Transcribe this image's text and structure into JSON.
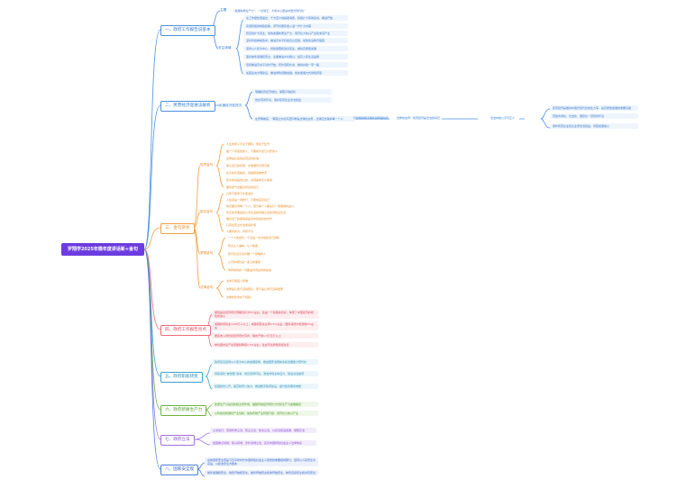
{
  "root": "罗翔学2025年微年度讲话新+金句",
  "s1": {
    "title": "一、政府工作报告说基本",
    "gaokao": "主题",
    "gaokao_leaf": "“发展新质生产力”，一谈到王，大家关心更是中国式现代化“",
    "group": "关注领域",
    "leaves": [
      "在工作报告里提出：千方百计地提振消费，积极扩大有效投资，推进开放",
      "实施积极的财政政策，调节好居民收入进一步扩大内需",
      "稳定和扩大就业，加快发展新质生产力，培育壮大新兴产业和未来产业",
      "深化科技体制改革，推进高水平科技自立自强，加快建设教育强国",
      "坚持以人民为中心，持续保障和改善民生，推动高质量发展",
      "更好统筹发展和安全，全面推进乡村振兴，提高人民生活品质",
      "坚持推进高水平对外开放，稳外贸稳外资，推动共建一带一路",
      "加强生态文明建设，推进绿色低碳发展，加快发展方式绿色转型"
    ]
  },
  "s2": {
    "title": "二、民营经济促进法解析",
    "node": "民营经济促进法",
    "leaves": [
      "明确民营经济地位，保障平等权利",
      "优化营商环境，保护民营企业合法权益"
    ],
    "chain_intro": "在罗翔看来：“罪恶之外的东西同样是法律的边界，法律应当保护每一个人”",
    "chain": [
      "行政规则所不能代替刑事处罚",
      "法律的边界：民营经济是法治的基石",
      "法治中的公平与正义"
    ],
    "right": [
      "民营经济是推动中国式现代化的生力军，是高质量发展的重要基础",
      "营造市场化、法治化、国际化一流营商环境",
      "保护民营企业和企业家合法权益，增强发展信心"
    ]
  },
  "s3": {
    "title": "三、金句赏析",
    "g1": "哲思金句",
    "g1_items": [
      "人生的意义不在于拥有，而在于给予",
      "做一个有底线的人，不要成为自己讨厌的人",
      "法律是社会的最低道德标准",
      "承认自己的有限，才能拥有无限可能",
      "在乎的东西越多，就越容易被伤害",
      "知识本身是中立的，关键是你怎么使用",
      "要有勇气去面对真实的自己"
    ],
    "g2": "励志金句",
    "g2_items": [
      "只有不断学习才能进步",
      "人生就是一场修行，不断地完善自己",
      "我们要善待每一个人，因为每个人都在打一场艰难的战斗",
      "真正的勇敢是在认清生活的真相之后依然热爱生活",
      "做好当下的事情就是对未来最好的交代",
      "只有经历过才会懂得珍惜",
      "人要有所为，有所不为"
    ],
    "g3": "罗翔金句",
    "g3_items": [
      "一个人的成长，不过是一次次地和自己讲和",
      "知识让人谦卑，让人敬畏",
      "我们永远无法叫醒一个装睡的人",
      "心灵的成长是一辈子的事情",
      "你所得到的一切都是时间给你的答案"
    ],
    "g4": "法律金句",
    "g4_items": [
      "法律不能强人所难",
      "法律是让我们活得更好，而不是让我们活得更累",
      "法律的生命在于经验"
    ]
  },
  "s4": {
    "title": "四、政府工作报告亮点",
    "leaves": [
      "报告提出经济增长预期目标为5%左右，这是一个积极的目标，体现了中国经济的韧性和信心",
      "城镇新增就业1200万人以上，城镇调查失业率5.5%左右，居民消费价格涨幅2%左右",
      "居民收入增长和经济增长同步，粮食产量1.3万亿斤以上",
      "单位国内生产总值能耗降低2.5%左右，生态环境质量持续改善"
    ]
  },
  "s5": {
    "title": "五、政府职能转变",
    "leaves": [
      "政府应当坚持以人民为中心的发展思想，推进国家治理体系和治理能力现代化",
      "持续深化“放管服”改革，优化营商环境，激发市场主体活力，建设法治政府",
      "加强政务公开，提高政府公信力，推进数字政府建设，提升政务服务效能"
    ]
  },
  "s6": {
    "title": "六、政府新质生产力",
    "leaves": [
      "新质生产力是创新起主导作用，摆脱传统经济增长方式和生产力发展路径",
      "以科技创新推动产业创新，加快传统产业转型升级，培育壮大新兴产业"
    ]
  },
  "s7": {
    "title": "七、政府立法",
    "leaves": [
      "立法先行，坚持科学立法、民主立法、依法立法，以良法促进发展、保障善治",
      "加强重点领域、新兴领域、涉外领域立法，完善中国特色社会主义法律体系"
    ]
  },
  "s8": {
    "title": "八、国家安全观",
    "leaves": [
      "总体国家安全观是习近平新时代中国特色社会主义思想的重要组成部分，坚持以人民安全为宗旨，以政治安全为根本",
      "统筹发展和安全，统筹开放和安全，统筹传统安全和非传统安全，统筹自身安全和共同安全"
    ]
  },
  "colors": {
    "root": "#6c3ce0",
    "blue": "#4a90e2",
    "orange": "#f0a040",
    "red": "#ee6b78",
    "teal": "#3aa3c9",
    "green": "#6cb33f",
    "purple": "#a36fe0",
    "navy": "#4d7fd9"
  }
}
